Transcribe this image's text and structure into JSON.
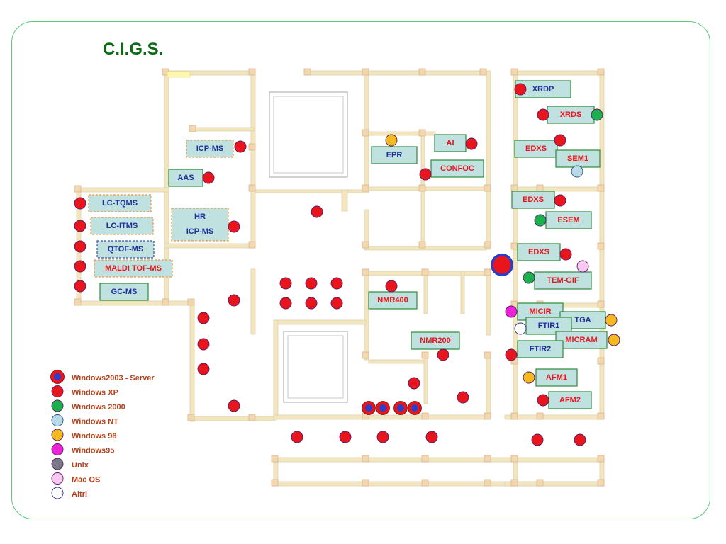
{
  "title": "C.I.G.S.",
  "colors": {
    "xp": "#e8151c",
    "server_ring": "#e8151c",
    "server_core": "#2b3fc8",
    "w2000": "#1ab04c",
    "nt": "#b9dbe8",
    "w98": "#f5b920",
    "w95": "#ee22d8",
    "unix": "#7a7a86",
    "mac": "#f8c8f0",
    "altri": "#ffffff",
    "label_fill": "#bfe2e0",
    "label_border": "#2e8a3a",
    "label_text_red": "#e8151c",
    "label_text_blue": "#1f2f9a",
    "wall": "#f3e6bf"
  },
  "labels": [
    {
      "id": "xrdp",
      "text": "XRDP",
      "style": "solid",
      "textColor": "blue"
    },
    {
      "id": "xrds",
      "text": "XRDS",
      "style": "solid",
      "textColor": "red"
    },
    {
      "id": "icpms",
      "text": "ICP-MS",
      "style": "dashed",
      "textColor": "blue"
    },
    {
      "id": "ai",
      "text": "AI",
      "style": "solid",
      "textColor": "red"
    },
    {
      "id": "epr",
      "text": "EPR",
      "style": "solid",
      "textColor": "blue"
    },
    {
      "id": "edxs1",
      "text": "EDXS",
      "style": "solid",
      "textColor": "red"
    },
    {
      "id": "sem1",
      "text": "SEM1",
      "style": "solid",
      "textColor": "red"
    },
    {
      "id": "confoc",
      "text": "CONFOC",
      "style": "solid",
      "textColor": "red"
    },
    {
      "id": "aas",
      "text": "AAS",
      "style": "solid",
      "textColor": "blue"
    },
    {
      "id": "lctqms",
      "text": "LC-TQMS",
      "style": "dashed",
      "textColor": "blue"
    },
    {
      "id": "edxs2",
      "text": "EDXS",
      "style": "solid",
      "textColor": "red"
    },
    {
      "id": "hr",
      "text": "HR",
      "style": "dashed",
      "textColor": "blue"
    },
    {
      "id": "hricp",
      "text": "ICP-MS",
      "style": "none",
      "textColor": "blue"
    },
    {
      "id": "esem",
      "text": "ESEM",
      "style": "solid",
      "textColor": "red"
    },
    {
      "id": "lcitms",
      "text": "LC-ITMS",
      "style": "dashed",
      "textColor": "blue"
    },
    {
      "id": "qtof",
      "text": "QTOF-MS",
      "style": "dashedblue",
      "textColor": "blue"
    },
    {
      "id": "edxs3",
      "text": "EDXS",
      "style": "solid",
      "textColor": "red"
    },
    {
      "id": "maldi",
      "text": "MALDI TOF-MS",
      "style": "dashed",
      "textColor": "red"
    },
    {
      "id": "temgif",
      "text": "TEM-GIF",
      "style": "solid",
      "textColor": "red"
    },
    {
      "id": "gcms",
      "text": "GC-MS",
      "style": "solid",
      "textColor": "blue"
    },
    {
      "id": "nmr400",
      "text": "NMR400",
      "style": "solid",
      "textColor": "red"
    },
    {
      "id": "micir",
      "text": "MICIR",
      "style": "solid",
      "textColor": "red"
    },
    {
      "id": "tga",
      "text": "TGA",
      "style": "solid",
      "textColor": "blue"
    },
    {
      "id": "ftir1",
      "text": "FTIR1",
      "style": "solid",
      "textColor": "blue"
    },
    {
      "id": "nmr200",
      "text": "NMR200",
      "style": "solid",
      "textColor": "red"
    },
    {
      "id": "micram",
      "text": "MICRAM",
      "style": "solid",
      "textColor": "red"
    },
    {
      "id": "ftir2",
      "text": "FTIR2",
      "style": "solid",
      "textColor": "blue"
    },
    {
      "id": "afm1",
      "text": "AFM1",
      "style": "solid",
      "textColor": "red"
    },
    {
      "id": "afm2",
      "text": "AFM2",
      "style": "solid",
      "textColor": "red"
    }
  ],
  "legend": [
    {
      "key": "server",
      "text": "Windows2003 - Server"
    },
    {
      "key": "xp",
      "text": "Windows XP"
    },
    {
      "key": "w2000",
      "text": "Windows 2000"
    },
    {
      "key": "nt",
      "text": "Windows NT"
    },
    {
      "key": "w98",
      "text": "Windows 98"
    },
    {
      "key": "w95",
      "text": "Windows95"
    },
    {
      "key": "unix",
      "text": "Unix"
    },
    {
      "key": "mac",
      "text": "Mac OS"
    },
    {
      "key": "altri",
      "text": "Altri"
    }
  ]
}
